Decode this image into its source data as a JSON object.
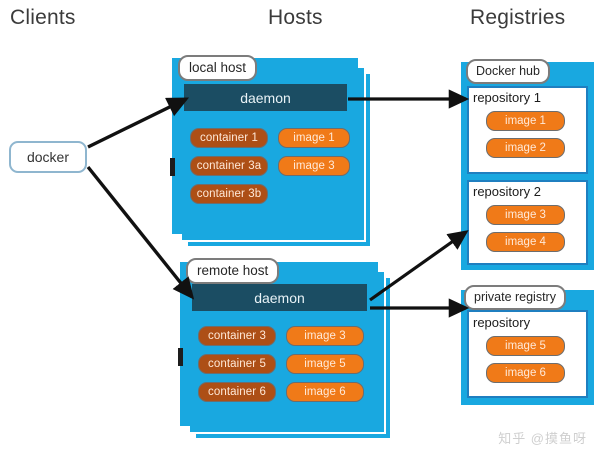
{
  "columns": {
    "clients": "Clients",
    "hosts": "Hosts",
    "registries": "Registries"
  },
  "client": {
    "label": "docker"
  },
  "hosts": [
    {
      "label": "local host",
      "daemon": "daemon",
      "containers": [
        "container 1",
        "container 3a",
        "container 3b"
      ],
      "images": [
        "image 1",
        "image 3"
      ]
    },
    {
      "label": "remote host",
      "daemon": "daemon",
      "containers": [
        "container 3",
        "container 5",
        "container 6"
      ],
      "images": [
        "image 3",
        "image 5",
        "image 6"
      ]
    }
  ],
  "registries": [
    {
      "label": "Docker hub",
      "repositories": [
        {
          "title": "repository 1",
          "images": [
            "image 1",
            "image 2"
          ]
        },
        {
          "title": "repository 2",
          "images": [
            "image 3",
            "image 4"
          ]
        }
      ]
    },
    {
      "label": "private registry",
      "repositories": [
        {
          "title": "repository",
          "images": [
            "image 5",
            "image 6"
          ]
        }
      ]
    }
  ],
  "watermark": "知乎 @摸鱼呀",
  "colors": {
    "host_blue": "#19a8e0",
    "daemon_navy": "#1b4d63",
    "container_orange": "#ad4f16",
    "image_orange": "#f07a18",
    "repo_border_blue": "#1f7fc0",
    "client_border": "#8fb6cf"
  }
}
